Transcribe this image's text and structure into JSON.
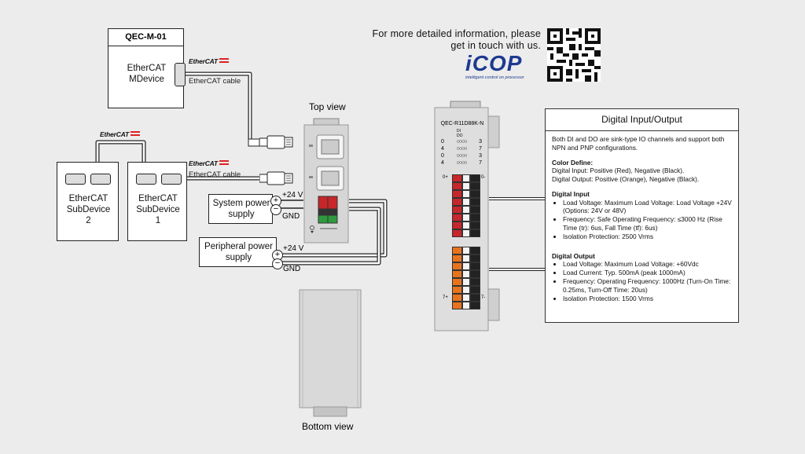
{
  "contact": {
    "line1": "For more detailed information, please",
    "line2": "get in touch with us.",
    "logo_text": "iCOP",
    "logo_tagline": "intelligent control on processor"
  },
  "master": {
    "model": "QEC-M-01",
    "name_line1": "EtherCAT",
    "name_line2": "MDevice"
  },
  "ethercat_logo": "EtherCAT",
  "cable_label": "EtherCAT cable",
  "subdevices": [
    {
      "line1": "EtherCAT",
      "line2": "SubDevice",
      "line3": "2"
    },
    {
      "line1": "EtherCAT",
      "line2": "SubDevice",
      "line3": "1"
    }
  ],
  "power": {
    "system_line1": "System power",
    "system_line2": "supply",
    "peripheral_line1": "Peripheral power",
    "peripheral_line2": "supply",
    "plus_label": "+24 V",
    "minus_label": "GND",
    "plus_symbol": "+",
    "minus_symbol": "−"
  },
  "views": {
    "top": "Top view",
    "bottom": "Bottom view"
  },
  "module": {
    "model": "QEC-R11D88K-N",
    "di_label": "DI",
    "do_label": "DO",
    "led_rows": [
      {
        "left": "0",
        "right": "3"
      },
      {
        "left": "4",
        "right": "7"
      },
      {
        "left": "0",
        "right": "3"
      },
      {
        "left": "4",
        "right": "7"
      }
    ],
    "terminal_top_left": "0+",
    "terminal_top_right": "0-",
    "terminal_bot_left": "7+",
    "terminal_bot_right": "7-"
  },
  "info": {
    "title": "Digital Input/Output",
    "intro": "Both DI and DO are sink-type IO channels and support both NPN and PNP configurations.",
    "color_define_title": "Color Define:",
    "color_define_1": "Digital Input: Positive (Red), Negative (Black).",
    "color_define_2": "Digital Output: Positive (Orange), Negative (Black).",
    "di_title": "Digital Input",
    "di_items": [
      "Load Voltage: Maximum Load Voltage: Load Voltage +24V (Options: 24V or 48V)",
      "Frequency: Safe Operating Frequency: ≤3000 Hz (Rise Time (tr): 6us, Fall Time (tf): 6us)",
      "Isolation Protection: 2500 Vrms"
    ],
    "do_title": "Digital Output",
    "do_items": [
      "Load Voltage: Maximum Load Voltage: +60Vdc",
      "Load Current: Typ. 500mA (peak 1000mA)",
      "Frequency: Operating Frequency: 1000Hz (Turn-On Time: 0.25ms, Turn-Off Time: 20us)",
      "Isolation Protection: 1500 Vrms"
    ]
  },
  "colors": {
    "di_positive": "#c8262a",
    "do_positive": "#e8731f",
    "negative": "#222222",
    "green_terminal": "#2e9a3e"
  }
}
